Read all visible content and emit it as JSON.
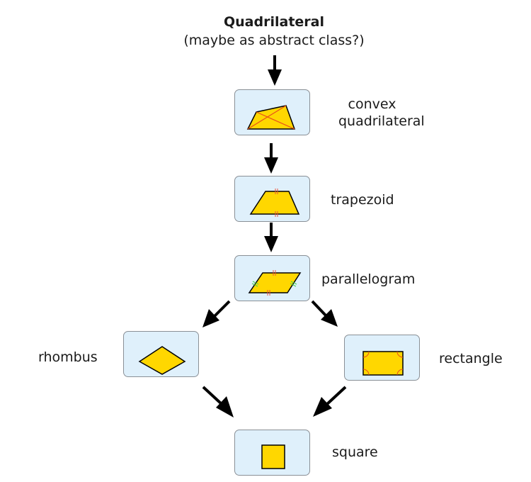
{
  "diagram": {
    "root": {
      "title": "Quadrilateral",
      "subtitle": "(maybe as abstract class?)"
    },
    "nodes": [
      {
        "id": "convex",
        "label_line1": "convex",
        "label_line2": "quadrilateral",
        "icon": "convex-quadrilateral-icon"
      },
      {
        "id": "trapezoid",
        "label": "trapezoid",
        "icon": "trapezoid-icon"
      },
      {
        "id": "parallelogram",
        "label": "parallelogram",
        "icon": "parallelogram-icon"
      },
      {
        "id": "rhombus",
        "label": "rhombus",
        "icon": "rhombus-icon"
      },
      {
        "id": "rectangle",
        "label": "rectangle",
        "icon": "rectangle-icon"
      },
      {
        "id": "square",
        "label": "square",
        "icon": "square-icon"
      }
    ],
    "edges": [
      {
        "from": "quadrilateral",
        "to": "convex"
      },
      {
        "from": "convex",
        "to": "trapezoid"
      },
      {
        "from": "trapezoid",
        "to": "parallelogram"
      },
      {
        "from": "parallelogram",
        "to": "rhombus"
      },
      {
        "from": "parallelogram",
        "to": "rectangle"
      },
      {
        "from": "rhombus",
        "to": "square"
      },
      {
        "from": "rectangle",
        "to": "square"
      }
    ],
    "colors": {
      "shape_fill": "#ffd700",
      "box_fill": "#dff0fb",
      "box_border": "#8a9096",
      "diagonal": "#e8501a",
      "tick_red": "#e8503a",
      "tick_green": "#4cd04c",
      "arrow": "#000000"
    }
  }
}
